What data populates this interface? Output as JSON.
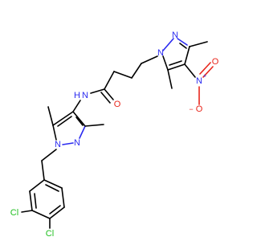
{
  "molecule": {
    "colors": {
      "carbon_bond": "#000000",
      "nitrogen": "#2a2af0",
      "oxygen": "#e8261c",
      "chlorine": "#1fbf1f"
    },
    "labels": {
      "n_pyrazole_top_1": "N",
      "n_pyrazole_top_2": "N",
      "n_nitro": "N",
      "n_nitro_plus": "+",
      "o_nitro_top": "O",
      "o_nitro_minus_prefix": "−",
      "o_nitro_bottom": "O",
      "amide_o": "O",
      "amide_n": "N",
      "amide_h": "H",
      "n_pyrazole_bottom_1": "N",
      "n_pyrazole_bottom_2": "N",
      "cl_1": "Cl",
      "cl_2": "Cl"
    }
  }
}
